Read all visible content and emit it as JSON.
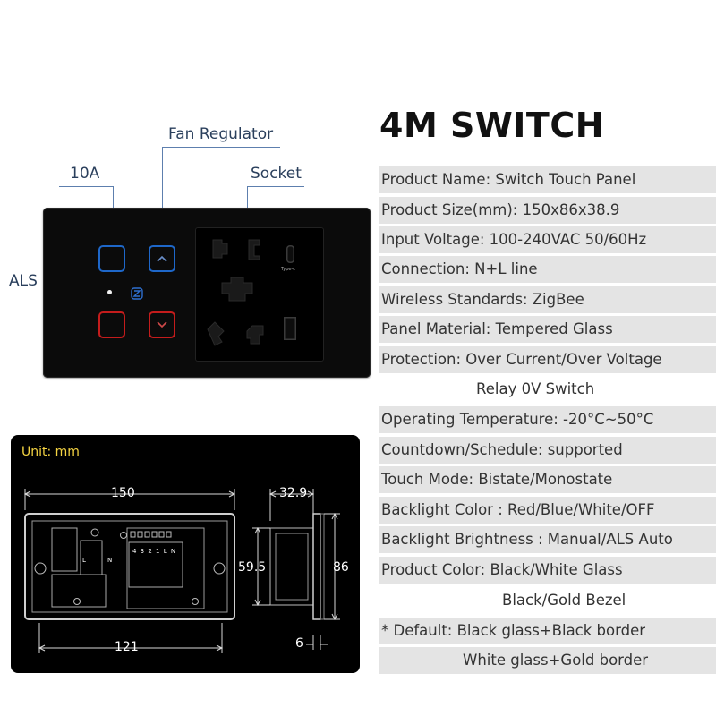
{
  "callouts": {
    "fan_regulator": "Fan Regulator",
    "ten_a": "10A",
    "socket": "Socket",
    "als": "ALS"
  },
  "panel": {
    "usb_c_label": "Type-c",
    "key_colors": {
      "backlight_blue": "#1e67c9",
      "backlight_red": "#c41c1c"
    },
    "icons": [
      "chevron-up-icon",
      "chevron-down-icon",
      "zigbee-logo-icon",
      "usb-a-port-icon",
      "usb-c-port-icon"
    ]
  },
  "title": "4M SWITCH",
  "specs": [
    "Product Name: Switch Touch Panel",
    "Product Size(mm): 150x86x38.9",
    "Input Voltage: 100-240VAC 50/60Hz",
    "Connection: N+L line",
    "Wireless Standards:  ZigBee",
    "Panel Material: Tempered Glass",
    "Protection: Over Current/Over Voltage",
    "Relay 0V Switch",
    "Operating Temperature: -20°C~50°C",
    "Countdown/Schedule: supported",
    "Touch Mode: Bistate/Monostate",
    "Backlight Color : Red/Blue/White/OFF",
    "Backlight Brightness : Manual/ALS Auto",
    "Product Color: Black/White Glass",
    "Black/Gold Bezel",
    "* Default: Black glass+Black border",
    "White glass+Gold border"
  ],
  "dimensions": {
    "unit": "Unit: mm",
    "width": "150",
    "inner_width": "121",
    "height_inner": "59.5",
    "depth": "32.9",
    "height": "86",
    "bezel": "6",
    "terminal_label": "4 3 2 1 L N",
    "terminal_l": "L",
    "terminal_n": "N"
  }
}
